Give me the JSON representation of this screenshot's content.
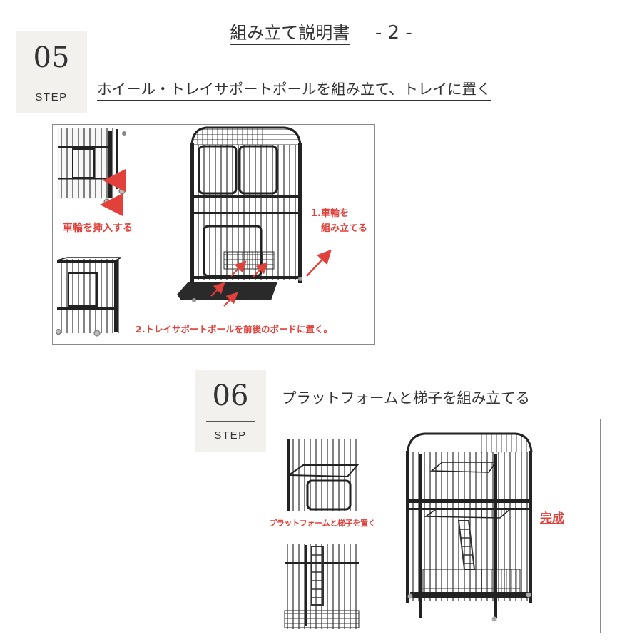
{
  "page": {
    "title": "組み立て説明書",
    "page_number": "- 2 -"
  },
  "step5": {
    "number": "05",
    "label": "STEP",
    "heading": "ホイール・トレイサポートポールを組み立て、トレイに置く",
    "callouts": {
      "insert_wheels": "車輪を挿入する",
      "assemble_wheels_line1": "1.車輪を",
      "assemble_wheels_line2": "組み立てる",
      "place_tray_pole": "2.トレイサポートポールを前後のボードに置く。"
    }
  },
  "step6": {
    "number": "06",
    "label": "STEP",
    "heading": "プラットフォームと梯子を組み立てる",
    "callouts": {
      "place_platform": "プラットフォームと梯子を置く",
      "complete": "完成"
    }
  },
  "colors": {
    "accent_red": "#e2403a",
    "badge_bg": "#f2f1ee",
    "metal": "#2b2b2b"
  }
}
